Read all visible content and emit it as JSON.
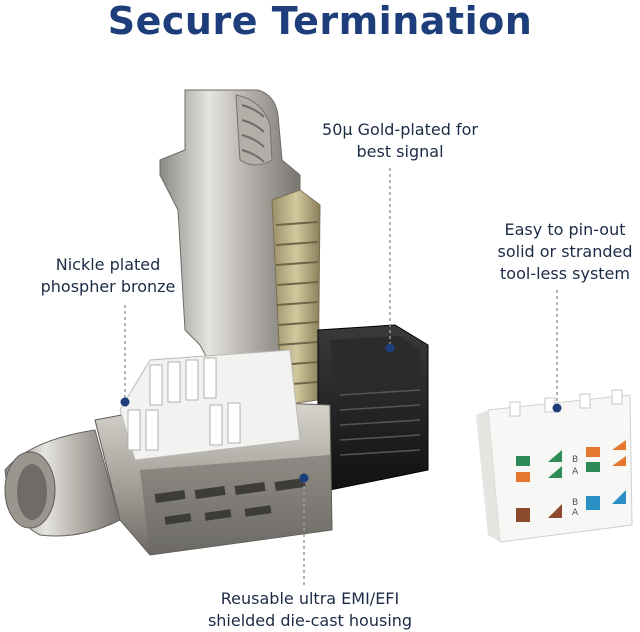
{
  "title": "Secure Termination",
  "callouts": {
    "gold_plated": {
      "line1": "50µ Gold-plated for",
      "line2": "best signal"
    },
    "nickle_plated": {
      "line1": "Nickle plated",
      "line2": "phospher bronze"
    },
    "pin_out": {
      "line1": "Easy to pin-out",
      "line2": "solid or stranded",
      "line3": "tool-less system"
    },
    "housing": {
      "line1": "Reusable ultra EMI/EFI",
      "line2": "shielded die-cast housing"
    }
  },
  "keystone_letters": {
    "b1": "B",
    "a1": "A",
    "b2": "B",
    "a2": "A"
  },
  "colors": {
    "title": "#1e3d7b",
    "callout_dot": "#1e3d7b",
    "wire_green": "#2e8b57",
    "wire_orange": "#e6772e",
    "wire_blue": "#2a8fc4",
    "wire_brown": "#8b4a2b"
  }
}
